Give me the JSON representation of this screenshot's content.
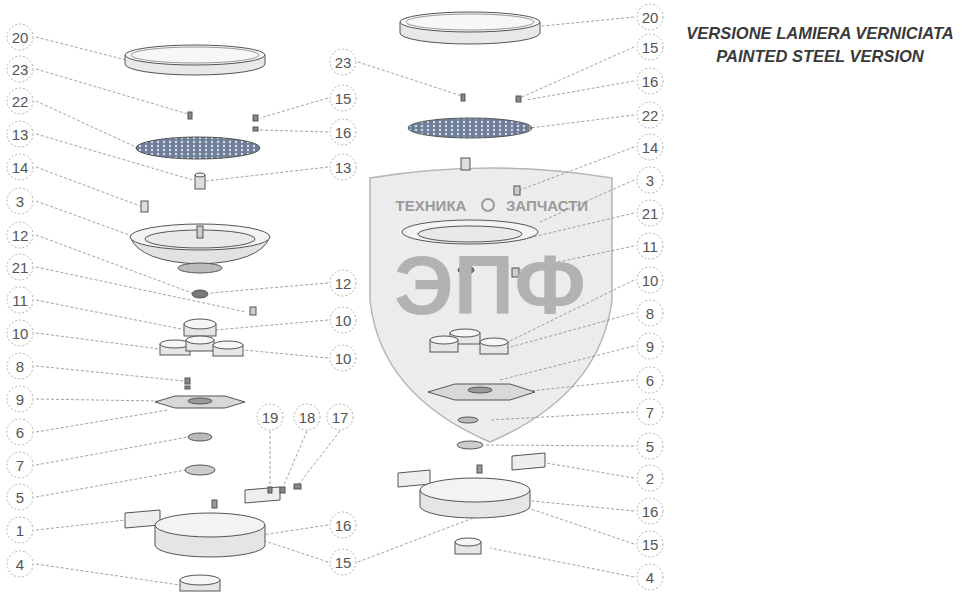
{
  "diagram": {
    "labels": [
      "20",
      "23",
      "22",
      "13",
      "14",
      "3",
      "12",
      "21",
      "11",
      "10",
      "8",
      "9",
      "6",
      "7",
      "5",
      "1",
      "4",
      "23",
      "15",
      "16",
      "13",
      "12",
      "10",
      "10",
      "19",
      "18",
      "17",
      "16",
      "15",
      "20",
      "15",
      "16",
      "22",
      "14",
      "3",
      "21",
      "11",
      "10",
      "8",
      "9",
      "6",
      "7",
      "5",
      "2",
      "16",
      "15",
      "4",
      "VERSIONE LAMIERA VERNICIATA",
      "PAINTED STEEL VERSION",
      "ТЕХНИКА",
      "ЗАПЧАСТИ",
      "ЭПФ"
    ]
  }
}
